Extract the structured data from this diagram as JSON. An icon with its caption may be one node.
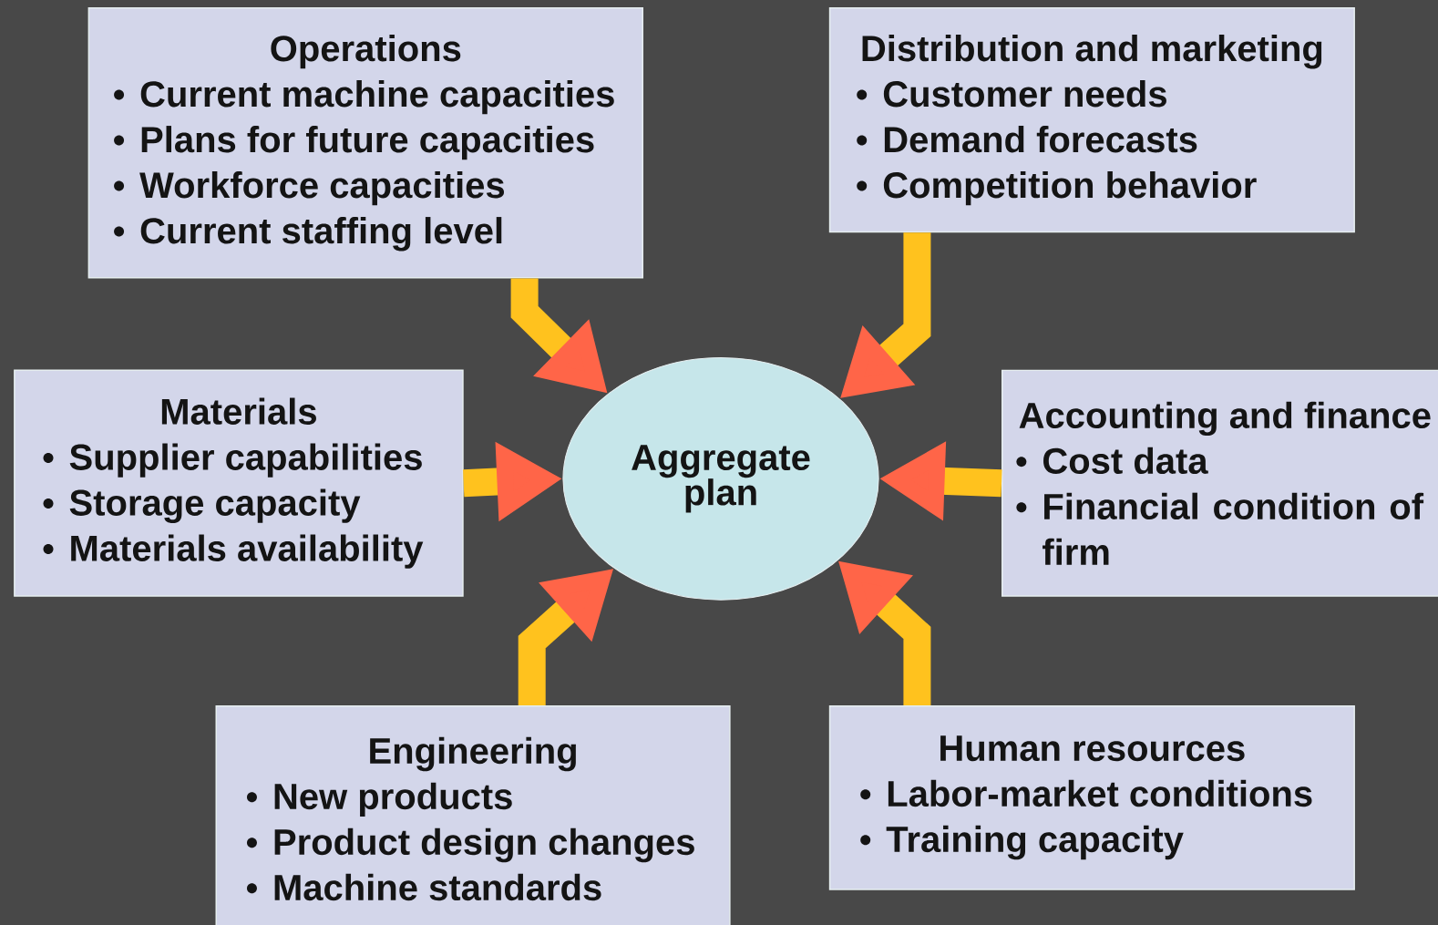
{
  "diagram": {
    "nodes": [
      {
        "text": [
          "Operations",
          "Current machine capacities",
          "Plans for future capacities",
          "Workforce capacities",
          "Current staffing level"
        ]
      },
      {
        "text": [
          "Distribution and marketing",
          "Customer needs",
          "Demand forecasts",
          "Competition behavior"
        ]
      },
      {
        "text": [
          "Materials",
          "Supplier capabilities",
          "Storage capacity",
          "Materials availability"
        ]
      },
      {
        "text": [
          "Aggregate plan"
        ]
      },
      {
        "text": [
          "Accounting and finance",
          "Cost data",
          "Financial condition of firm"
        ]
      },
      {
        "text": [
          "Engineering",
          "New products",
          "Product design changes",
          "Machine standards"
        ]
      },
      {
        "text": [
          "Human resources",
          "Labor-market conditions",
          "Training capacity"
        ]
      }
    ],
    "edges": [
      {
        "from": 0,
        "to": 3,
        "arrow": "to"
      },
      {
        "from": 1,
        "to": 3,
        "arrow": "to"
      },
      {
        "from": 2,
        "to": 3,
        "arrow": "to"
      },
      {
        "from": 4,
        "to": 3,
        "arrow": "to"
      },
      {
        "from": 5,
        "to": 3,
        "arrow": "to"
      },
      {
        "from": 6,
        "to": 3,
        "arrow": "to"
      }
    ]
  }
}
